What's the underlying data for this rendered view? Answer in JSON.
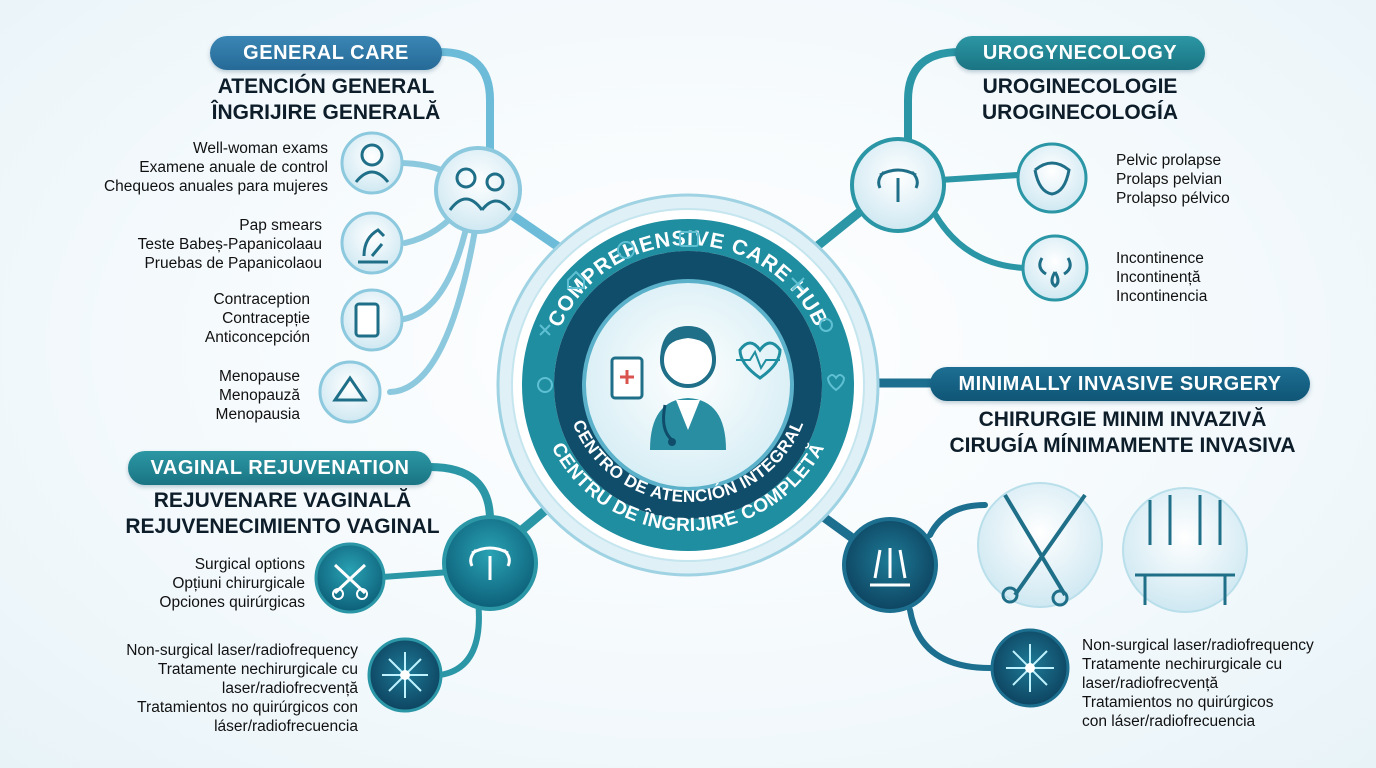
{
  "hub": {
    "title": "COMPREHENSIVE CARE HUB",
    "subtitle_es": "CENTRO DE ATENCIÓN INTEGRAL",
    "subtitle_ro": "CENTRU DE ÎNGRIJIRE COMPLETĂ"
  },
  "general_care": {
    "header": "GENERAL CARE",
    "subtitle_es": "ATENCIÓN GENERAL",
    "subtitle_ro": "ÎNGRIJIRE GENERALĂ",
    "items": [
      {
        "icon": "doctor-icon",
        "lines": [
          "Well-woman exams",
          "Examene anuale de control",
          "Chequeos anuales para mujeres"
        ]
      },
      {
        "icon": "microscope-icon",
        "lines": [
          "Pap smears",
          "Teste Babeș-Papanicolaau",
          "Pruebas de Papanicolaou"
        ]
      },
      {
        "icon": "pill-pack-icon",
        "lines": [
          "Contraception",
          "Contracepție",
          "Anticoncepción"
        ]
      },
      {
        "icon": "fan-icon",
        "lines": [
          "Menopause",
          "Menopauză",
          "Menopausia"
        ]
      }
    ]
  },
  "urogynecology": {
    "header": "UROGYNECOLOGY",
    "subtitle_ro": "UROGINECOLOGIE",
    "subtitle_es": "UROGINECOLOGÍA",
    "items": [
      {
        "icon": "pelvis-icon",
        "lines": [
          "Pelvic prolapse",
          "Prolaps pelvian",
          "Prolapso pélvico"
        ]
      },
      {
        "icon": "kidney-bladder-icon",
        "lines": [
          "Incontinence",
          "Incontinență",
          "Incontinencia"
        ]
      }
    ]
  },
  "vaginal_rejuvenation": {
    "header": "VAGINAL REJUVENATION",
    "subtitle_ro": "REJUVENARE VAGINALĂ",
    "subtitle_es": "REJUVENECIMIENTO VAGINAL",
    "items": [
      {
        "icon": "scissors-icon",
        "lines": [
          "Surgical options",
          "Opțiuni chirurgicale",
          "Opciones quirúrgicas"
        ]
      },
      {
        "icon": "laser-burst-icon",
        "lines": [
          "Non-surgical laser/radiofrequency",
          "Tratamente nechirurgicale cu",
          "laser/radiofrecvență",
          "Tratamientos no quirúrgicos con",
          "láser/radiofrecuencia"
        ]
      }
    ]
  },
  "minimally_invasive": {
    "header": "MINIMALLY INVASIVE SURGERY",
    "subtitle_ro": "CHIRURGIE MINIM INVAZIVĂ",
    "subtitle_es": "CIRUGÍA MÍNIMAMENTE INVASIVA",
    "items": [
      {
        "icon": "laser-burst-icon",
        "lines": [
          "Non-surgical laser/radiofrequency",
          "Tratamente nechirurgicale cu",
          "laser/radiofrecvență",
          "Tratamientos no quirúrgicos",
          "con láser/radiofrecuencia"
        ]
      }
    ]
  },
  "colors": {
    "navy": "#0f4d6a",
    "teal": "#1d8593",
    "blue": "#2e7aab",
    "light": "#d6edf5"
  }
}
